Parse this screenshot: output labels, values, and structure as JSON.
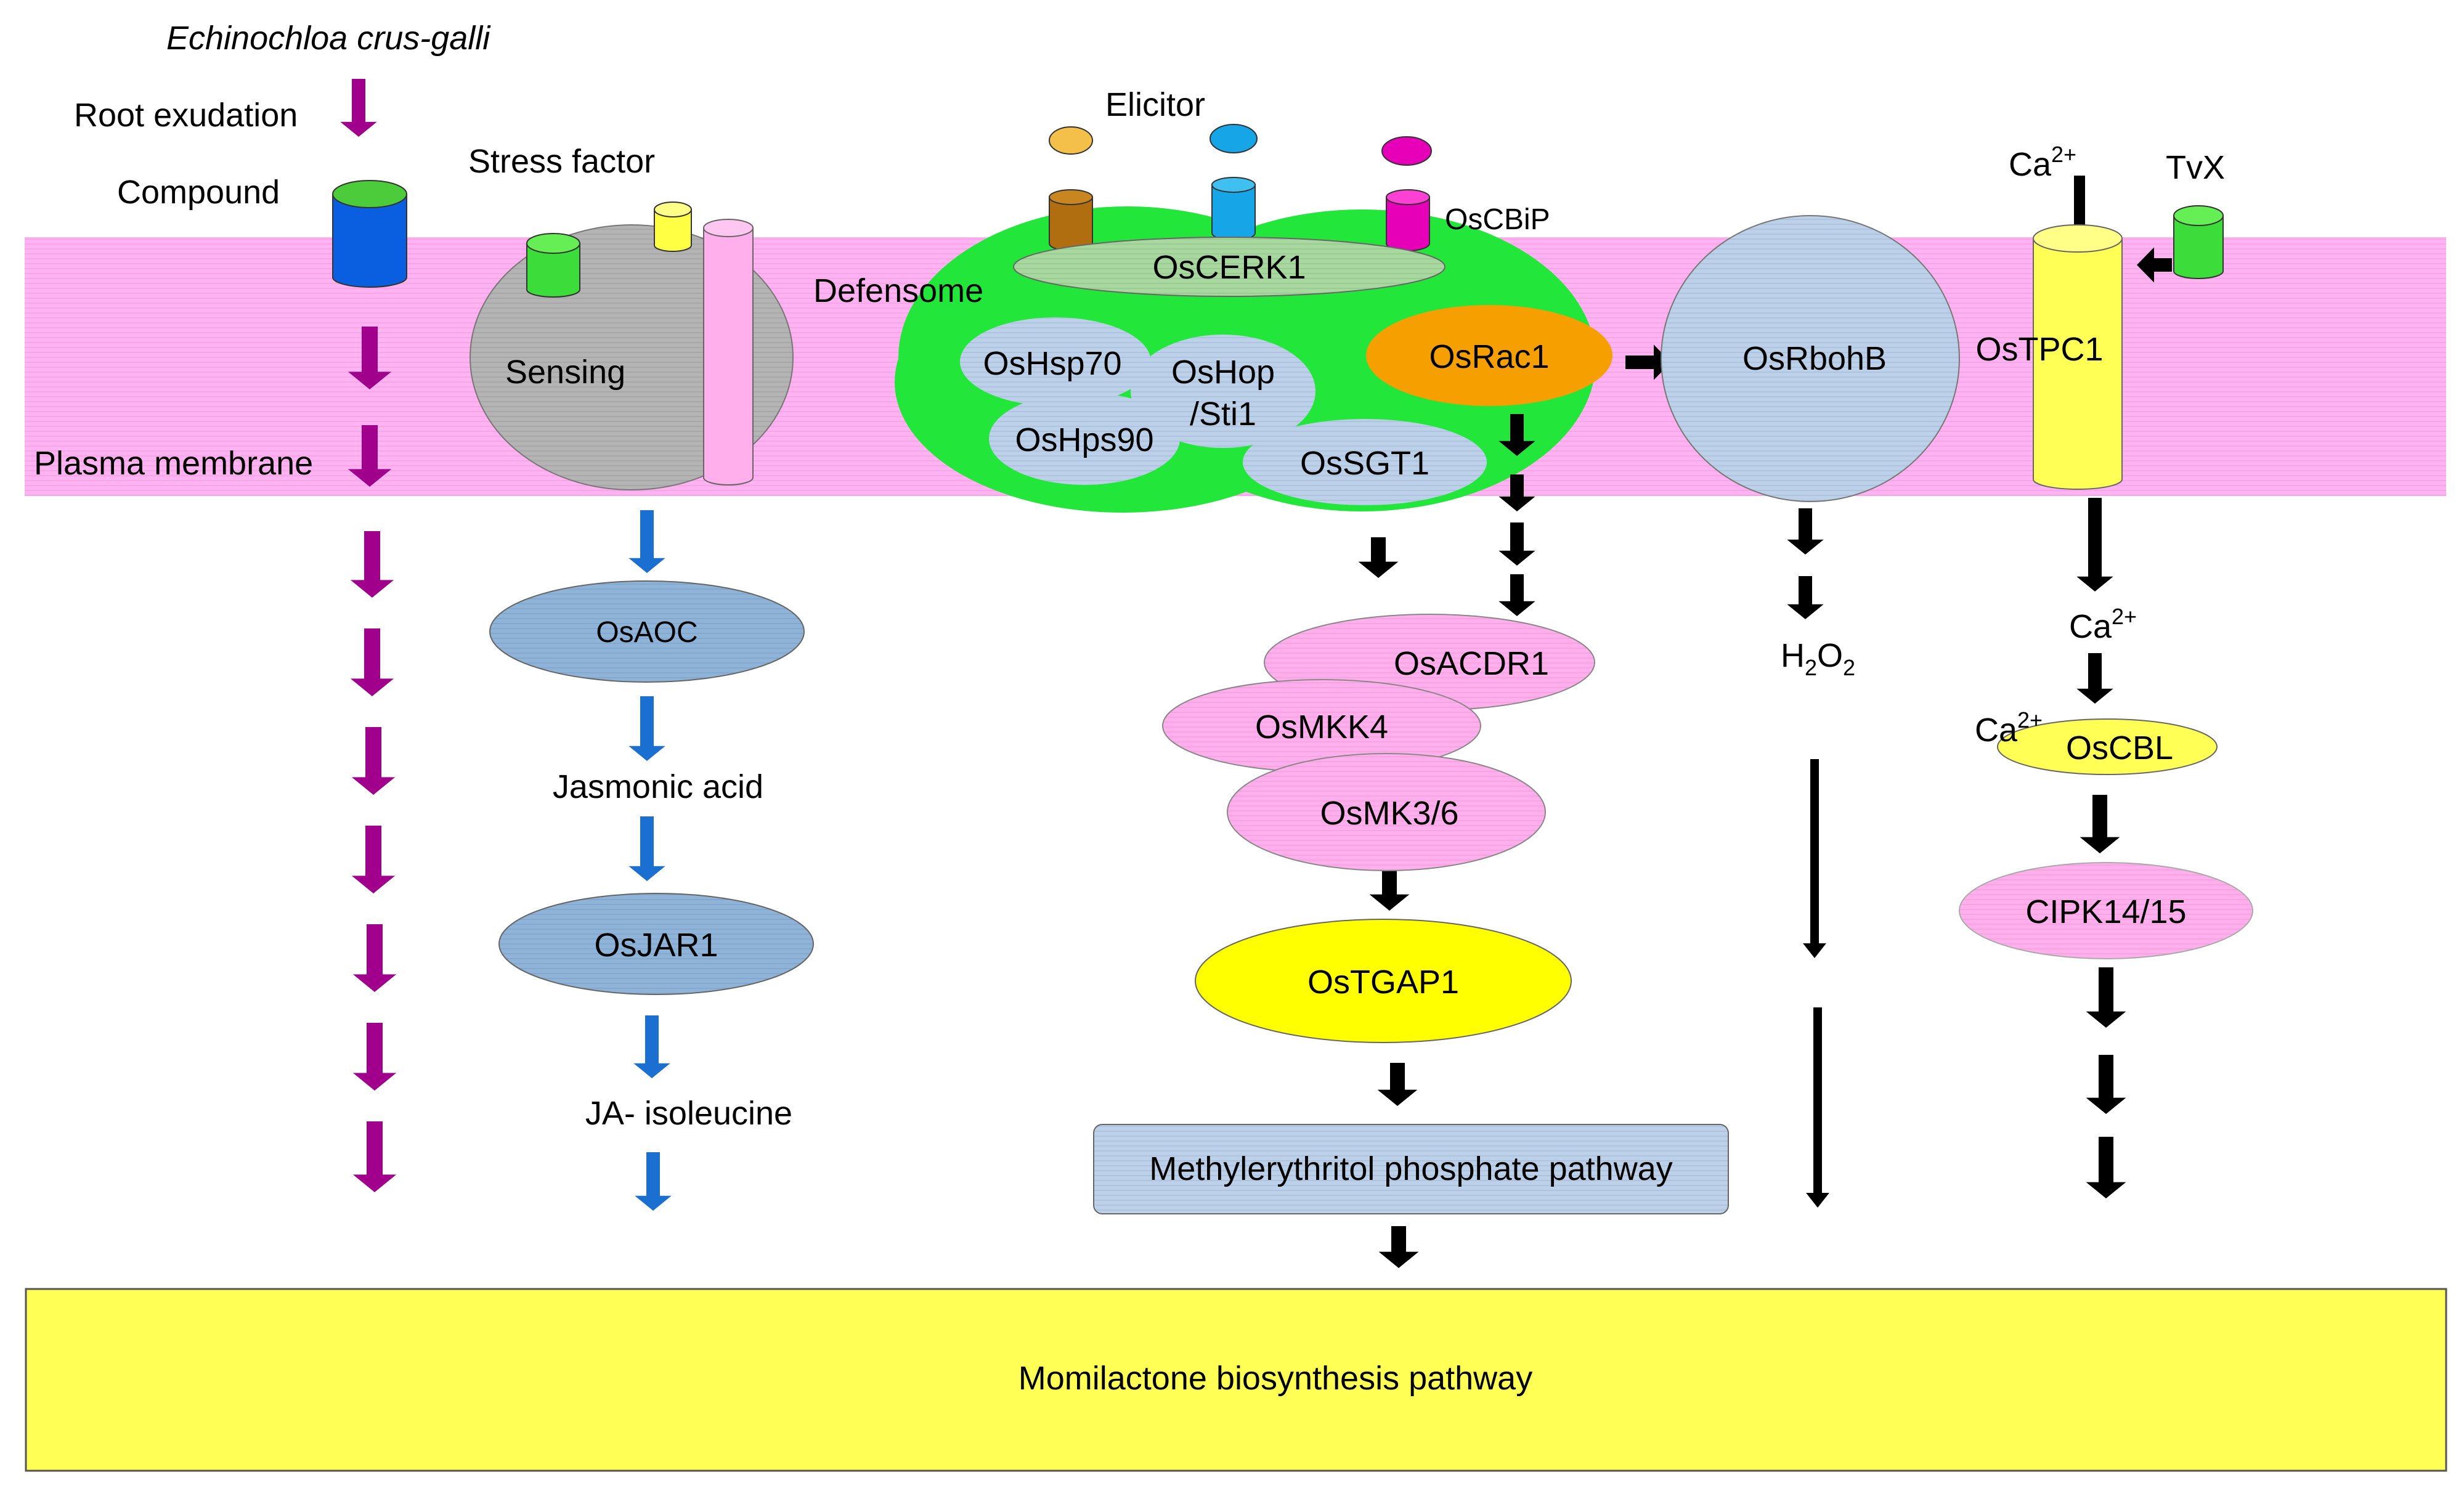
{
  "labels": {
    "organism": "Echinochloa crus-galli",
    "root_exudation": "Root exudation",
    "compound": "Compound",
    "stress_factor": "Stress factor",
    "sensing": "Sensing",
    "plasma_membrane": "Plasma membrane",
    "elicitor": "Elicitor",
    "defensome": "Defensome",
    "oscbip": "OsCBiP",
    "oscerk1": "OsCERK1",
    "oshsp70": "OsHsp70",
    "oshop": "OsHop",
    "sti1": "/Sti1",
    "oshps90": "OsHps90",
    "ossgt1": "OsSGT1",
    "osrac1": "OsRac1",
    "osrbohb": "OsRbohB",
    "ca_top": "Ca",
    "ca_top_sup": "2+",
    "tvx": "TvX",
    "ostpc1": "OsTPC1",
    "osaoc": "OsAOC",
    "jasmonic_acid": "Jasmonic acid",
    "osjar1": "OsJAR1",
    "ja_isoleucine": "JA- isoleucine",
    "osacdr1": "OsACDR1",
    "osmkk4": "OsMKK4",
    "osmk36": "OsMK3/6",
    "ostgap1": "OsTGAP1",
    "mep_pathway": "Methylerythritol phosphate pathway",
    "h2o2_h": "H",
    "h2o2_sub1": "2",
    "h2o2_o": "O",
    "h2o2_sub2": "2",
    "ca_mid": "Ca",
    "ca_mid_sup": "2+",
    "ca_left": "Ca",
    "ca_left_sup": "2+",
    "oscbl": "OsCBL",
    "cipk": "CIPK14/15",
    "momilactone": "Momilactone biosynthesis pathway"
  },
  "colors": {
    "membrane": "#ffb3f0",
    "magenta_arrow": "#a0008c",
    "blue_arrow": "#1a6fd0",
    "black_arrow": "#000000",
    "defensome_green": "#22e63a",
    "light_blue_node": "#bcd0e8",
    "steel_blue_node": "#8fb4d8",
    "pink_node": "#ffb0ec",
    "yellow_node": "#ffff00",
    "orange_node": "#f5a000",
    "gray_sensing": "#b4b4b4",
    "pathway_box": "#ffff55"
  }
}
